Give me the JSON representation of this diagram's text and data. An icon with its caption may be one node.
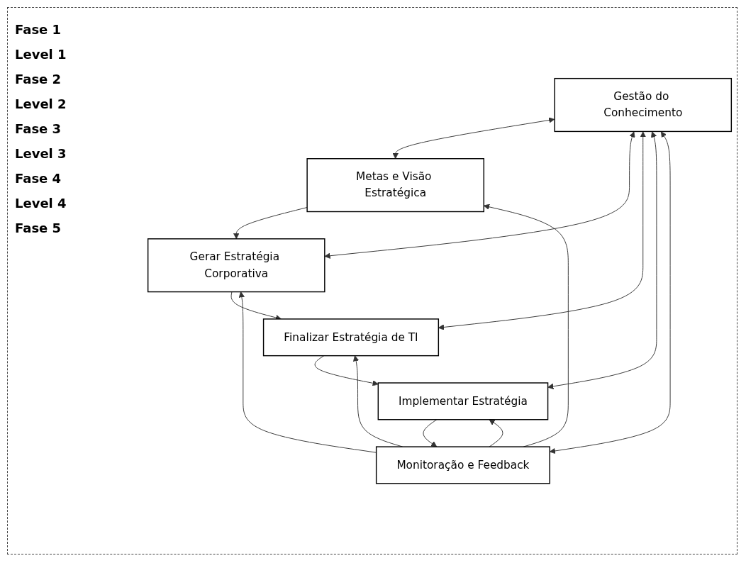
{
  "diagram": {
    "nodes": [
      {
        "text": [
          "Gestão do Conhecimento"
        ]
      },
      {
        "text": [
          "Metas e Visão Estratégica"
        ]
      },
      {
        "text": [
          "Gerar Estratégia Corporativa"
        ]
      },
      {
        "text": [
          "Finalizar Estratégia de TI"
        ]
      },
      {
        "text": [
          "Implementar Estratégia"
        ]
      },
      {
        "text": [
          "Monitoração e Feedback"
        ]
      }
    ],
    "edges": [
      {
        "from": 0,
        "to": 1,
        "arrow": "both"
      },
      {
        "from": 0,
        "to": 2,
        "arrow": "both"
      },
      {
        "from": 0,
        "to": 3,
        "arrow": "both"
      },
      {
        "from": 0,
        "to": 4,
        "arrow": "both"
      },
      {
        "from": 0,
        "to": 5,
        "arrow": "both"
      },
      {
        "from": 1,
        "to": 2,
        "arrow": "to"
      },
      {
        "from": 2,
        "to": 3,
        "arrow": "to"
      },
      {
        "from": 3,
        "to": 4,
        "arrow": "to"
      },
      {
        "from": 4,
        "to": 5,
        "arrow": "to"
      },
      {
        "from": 5,
        "to": 1,
        "arrow": "to"
      },
      {
        "from": 5,
        "to": 2,
        "arrow": "to"
      },
      {
        "from": 5,
        "to": 3,
        "arrow": "to"
      },
      {
        "from": 5,
        "to": 4,
        "arrow": "to"
      }
    ],
    "labels": [
      "Fase 1",
      "Level 1",
      "Fase 2",
      "Level 2",
      "Fase 3",
      "Level 3",
      "Fase 4",
      "Level 4",
      "Fase 5"
    ]
  }
}
